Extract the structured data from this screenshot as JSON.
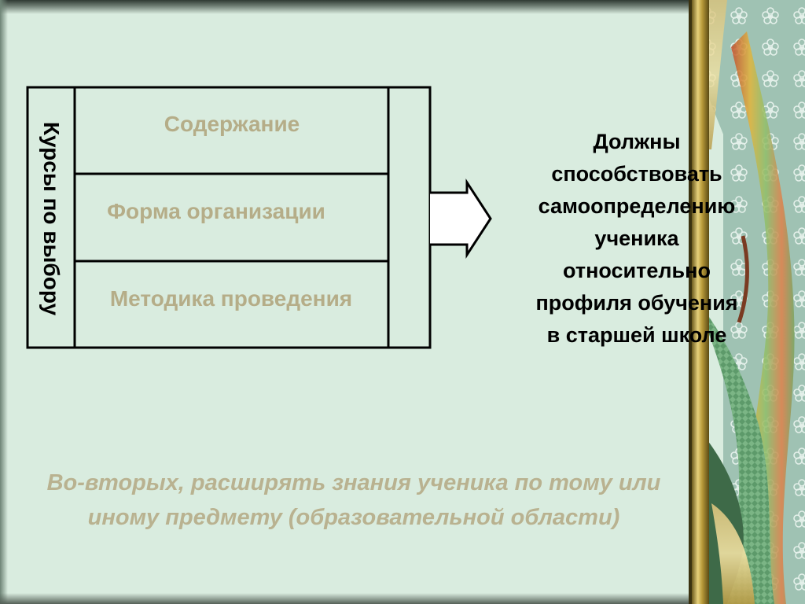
{
  "diagram": {
    "vertical_label": "Курсы по выбору",
    "rows": [
      {
        "label": "Содержание"
      },
      {
        "label": "Форма организации"
      },
      {
        "label": "Методика проведения"
      }
    ],
    "outcome_lines": [
      "Должны",
      "способствовать",
      "самоопределению",
      "ученика",
      "относительно",
      "профиля обучения",
      "в старшей школе"
    ]
  },
  "footnote_lines": [
    "Во-вторых, расширять знания ученика по тому или",
    "иному предмету (образовательной области)"
  ],
  "colors": {
    "background": "#d9ecdf",
    "row_text": "#b5ad88",
    "footnote_text": "#b9b290",
    "outline": "#000000"
  }
}
